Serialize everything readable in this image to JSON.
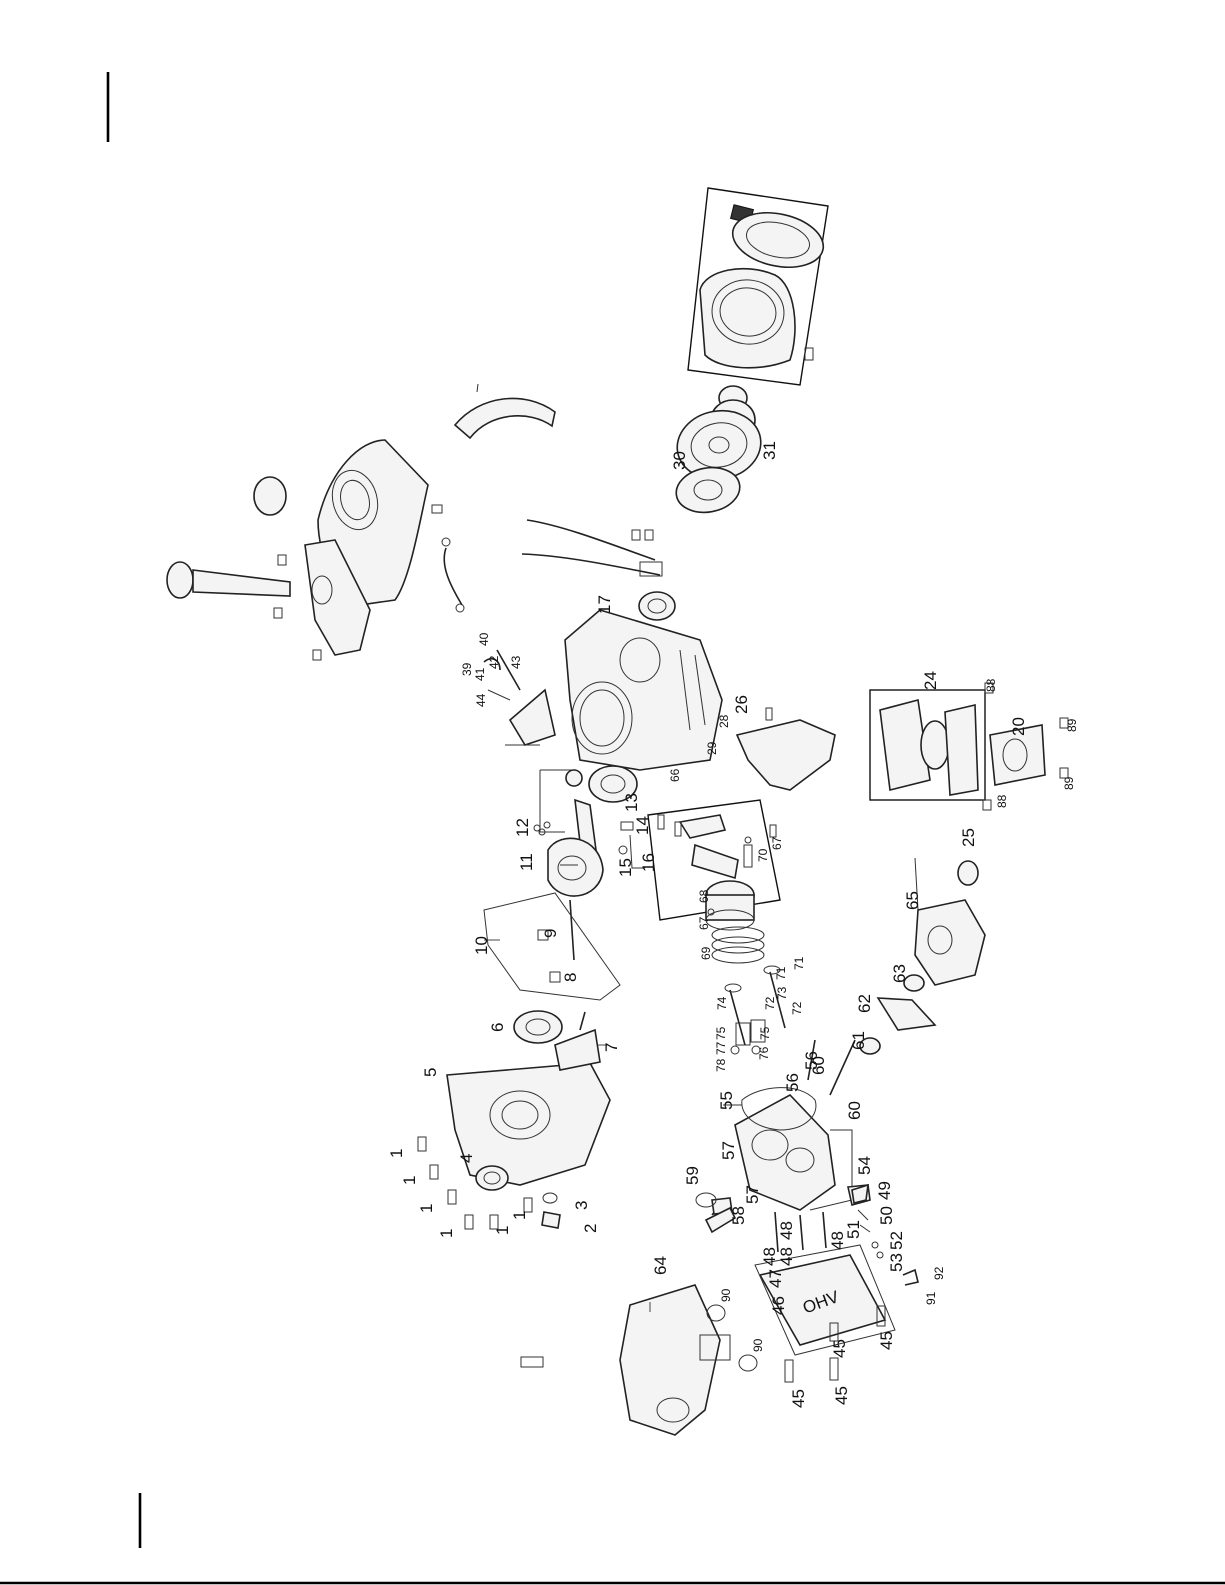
{
  "labels": [
    {
      "id": "l1",
      "text": "1"
    },
    {
      "id": "l1b",
      "text": "1"
    },
    {
      "id": "l1c",
      "text": "1"
    },
    {
      "id": "l1d",
      "text": "1"
    },
    {
      "id": "l1e",
      "text": "1"
    },
    {
      "id": "l1f",
      "text": "1"
    },
    {
      "id": "l2",
      "text": "2"
    },
    {
      "id": "l3",
      "text": "3"
    },
    {
      "id": "l4",
      "text": "4"
    },
    {
      "id": "l5",
      "text": "5"
    },
    {
      "id": "l6",
      "text": "6"
    },
    {
      "id": "l7",
      "text": "7"
    },
    {
      "id": "l8",
      "text": "8"
    },
    {
      "id": "l9",
      "text": "9"
    },
    {
      "id": "l10",
      "text": "10"
    },
    {
      "id": "l11",
      "text": "11"
    },
    {
      "id": "l12",
      "text": "12"
    },
    {
      "id": "l13",
      "text": "13"
    },
    {
      "id": "l14",
      "text": "14"
    },
    {
      "id": "l15",
      "text": "15"
    },
    {
      "id": "l16",
      "text": "16"
    },
    {
      "id": "l17",
      "text": "17"
    },
    {
      "id": "l20",
      "text": "20"
    },
    {
      "id": "l24",
      "text": "24"
    },
    {
      "id": "l25",
      "text": "25"
    },
    {
      "id": "l26",
      "text": "26"
    },
    {
      "id": "l28",
      "text": "28"
    },
    {
      "id": "l29",
      "text": "29"
    },
    {
      "id": "l30",
      "text": "30"
    },
    {
      "id": "l31",
      "text": "31"
    },
    {
      "id": "l39",
      "text": "39"
    },
    {
      "id": "l40",
      "text": "40"
    },
    {
      "id": "l41",
      "text": "41"
    },
    {
      "id": "l42",
      "text": "42"
    },
    {
      "id": "l43",
      "text": "43"
    },
    {
      "id": "l44",
      "text": "44"
    },
    {
      "id": "l45a",
      "text": "45"
    },
    {
      "id": "l45b",
      "text": "45"
    },
    {
      "id": "l45c",
      "text": "45"
    },
    {
      "id": "l45d",
      "text": "45"
    },
    {
      "id": "l46",
      "text": "46"
    },
    {
      "id": "l47",
      "text": "47"
    },
    {
      "id": "l48a",
      "text": "48"
    },
    {
      "id": "l48b",
      "text": "48"
    },
    {
      "id": "l48c",
      "text": "48"
    },
    {
      "id": "l48d",
      "text": "48"
    },
    {
      "id": "l49",
      "text": "49"
    },
    {
      "id": "l50",
      "text": "50"
    },
    {
      "id": "l51",
      "text": "51"
    },
    {
      "id": "l52",
      "text": "52"
    },
    {
      "id": "l53",
      "text": "53"
    },
    {
      "id": "l54",
      "text": "54"
    },
    {
      "id": "l55",
      "text": "55"
    },
    {
      "id": "l56a",
      "text": "56"
    },
    {
      "id": "l56b",
      "text": "56"
    },
    {
      "id": "l57a",
      "text": "57"
    },
    {
      "id": "l57b",
      "text": "57"
    },
    {
      "id": "l58",
      "text": "58"
    },
    {
      "id": "l59",
      "text": "59"
    },
    {
      "id": "l60a",
      "text": "60"
    },
    {
      "id": "l60b",
      "text": "60"
    },
    {
      "id": "l61",
      "text": "61"
    },
    {
      "id": "l62",
      "text": "62"
    },
    {
      "id": "l63",
      "text": "63"
    },
    {
      "id": "l64",
      "text": "64"
    },
    {
      "id": "l65",
      "text": "65"
    },
    {
      "id": "l66",
      "text": "66"
    },
    {
      "id": "l67a",
      "text": "67"
    },
    {
      "id": "l67b",
      "text": "67"
    },
    {
      "id": "l68",
      "text": "68"
    },
    {
      "id": "l69",
      "text": "69"
    },
    {
      "id": "l70",
      "text": "70"
    },
    {
      "id": "l71a",
      "text": "71"
    },
    {
      "id": "l71b",
      "text": "71"
    },
    {
      "id": "l72a",
      "text": "72"
    },
    {
      "id": "l72b",
      "text": "72"
    },
    {
      "id": "l73",
      "text": "73"
    },
    {
      "id": "l74",
      "text": "74"
    },
    {
      "id": "l75a",
      "text": "75"
    },
    {
      "id": "l75b",
      "text": "75"
    },
    {
      "id": "l76",
      "text": "76"
    },
    {
      "id": "l77",
      "text": "77"
    },
    {
      "id": "l78",
      "text": "78"
    },
    {
      "id": "l88a",
      "text": "88"
    },
    {
      "id": "l88b",
      "text": "88"
    },
    {
      "id": "l89a",
      "text": "89"
    },
    {
      "id": "l89b",
      "text": "89"
    },
    {
      "id": "l90a",
      "text": "90"
    },
    {
      "id": "l90b",
      "text": "90"
    },
    {
      "id": "l91",
      "text": "91"
    },
    {
      "id": "l92",
      "text": "92"
    }
  ],
  "valve_cover_text": "OHV"
}
